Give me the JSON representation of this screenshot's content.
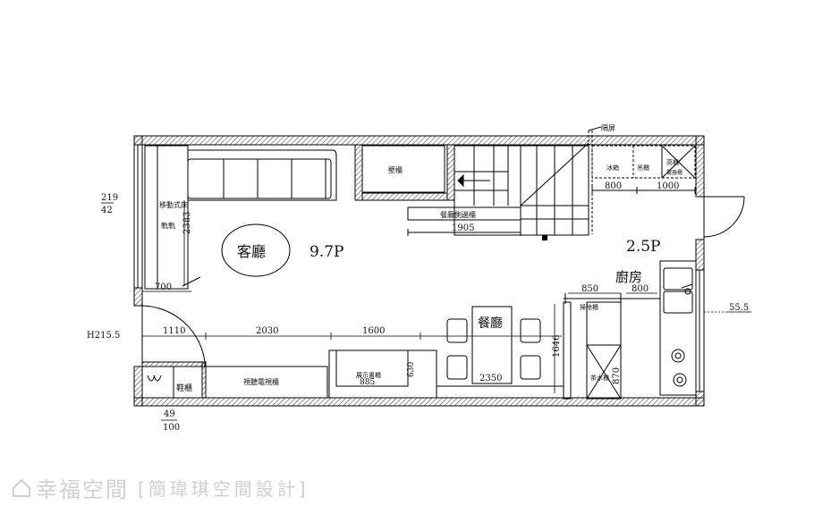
{
  "rooms": {
    "living": "客廳",
    "living_area": "9.7P",
    "dining": "餐廳",
    "kitchen": "廚房",
    "kitchen_area": "2.5P"
  },
  "fixtures": {
    "shoe_cabinet": "鞋櫃",
    "wall_cabinet": "壁櫃",
    "dining_side_cabinet": "餐廳側邊櫃",
    "av_cabinet": "視聽電視櫃",
    "display_cabinet": "展示書櫃",
    "mobile_bed_1": "移動式床",
    "mobile_bed_2": "軌軌",
    "partition": "隔屏",
    "fridge": "冰箱",
    "upper_cabinet": "吊櫃",
    "tall_cabinet": "高櫃",
    "kitchen_side_cabinet": "電器櫃",
    "broom_cabinet": "掃除櫃",
    "tea_cabinet": "茶水櫃"
  },
  "dimensions": {
    "d_219": "219",
    "d_42": "42",
    "d_2383": "2383",
    "d_700": "700",
    "d_1110": "1110",
    "d_2030": "2030",
    "d_1600": "1600",
    "d_885": "885",
    "d_630": "630",
    "d_2350": "2350",
    "d_1646": "1646",
    "d_870": "870",
    "d_1905": "1905",
    "d_800a": "800",
    "d_1000": "1000",
    "d_850": "850",
    "d_800b": "800",
    "d_55_5": "55.5",
    "d_h215_5": "H215.5",
    "d_49": "49",
    "d_100": "100"
  },
  "watermark": {
    "logo": "幸福空間",
    "credit": "[簡瑋琪空間設計]"
  }
}
